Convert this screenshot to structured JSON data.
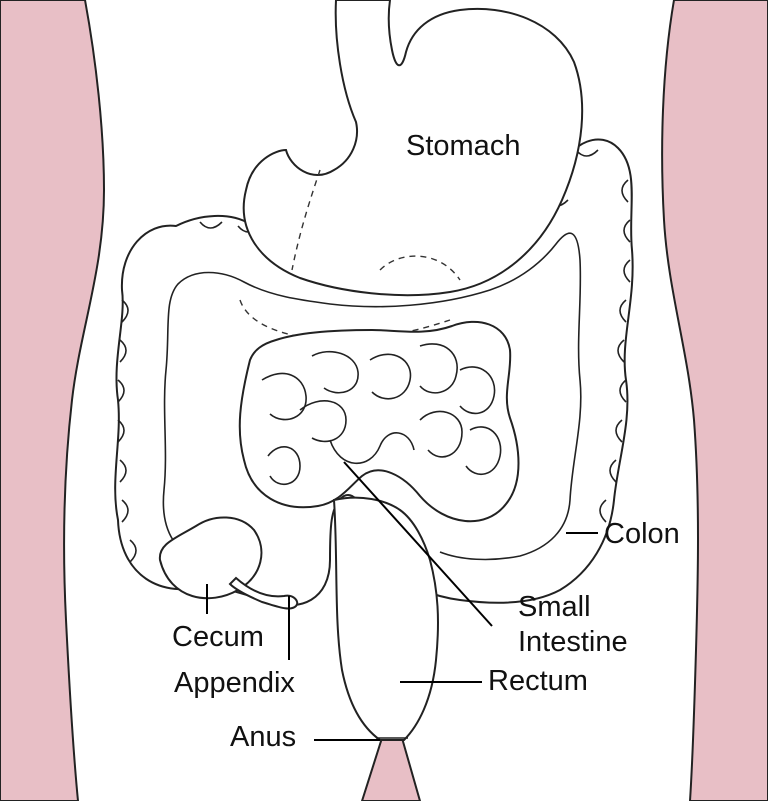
{
  "colors": {
    "skin": "#e8bfc6",
    "outline": "#222222",
    "background": "#ffffff"
  },
  "labels": {
    "stomach": "Stomach",
    "colon": "Colon",
    "small_intestine_line1": "Small",
    "small_intestine_line2": "Intestine",
    "cecum": "Cecum",
    "appendix": "Appendix",
    "rectum": "Rectum",
    "anus": "Anus"
  }
}
